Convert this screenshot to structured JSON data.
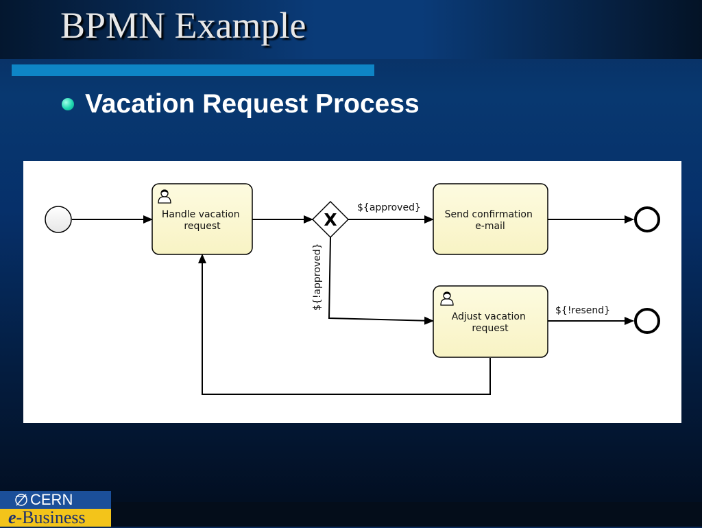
{
  "slide": {
    "title": "BPMN Example",
    "bullet": "Vacation Request Process"
  },
  "diagram": {
    "tasks": {
      "handle": [
        "Handle vacation",
        "request"
      ],
      "send": [
        "Send confirmation",
        "e-mail"
      ],
      "adjust": [
        "Adjust vacation",
        "request"
      ]
    },
    "gateway_symbol": "X",
    "flows": {
      "approved": "${approved}",
      "not_approved": "${!approved}",
      "not_resend": "${!resend}"
    }
  },
  "logo": {
    "org": "CERN",
    "e": "e",
    "business": "-Business"
  },
  "colors": {
    "task_fill": "#fbf8cf",
    "accent_rule": "#0e85c6",
    "bullet": "#1fd6b0",
    "logo_blue": "#1b4f99",
    "logo_yellow": "#f3c41a"
  }
}
